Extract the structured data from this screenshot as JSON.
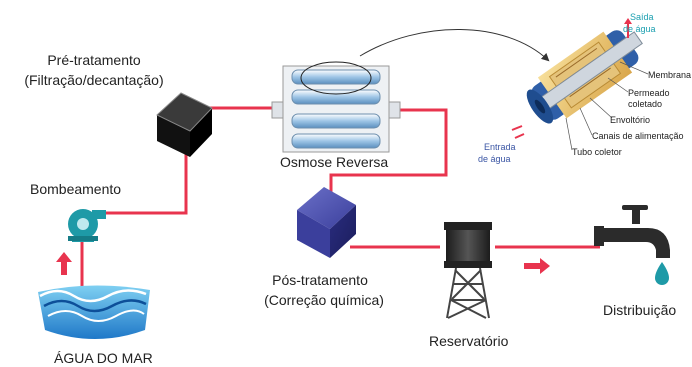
{
  "labels": {
    "pre_treatment_title": "Pré-tratamento",
    "pre_treatment_sub": "(Filtração/decantação)",
    "pumping": "Bombeamento",
    "sea_water": "ÁGUA DO MAR",
    "reverse_osmosis": "Osmose Reversa",
    "post_treatment_title": "Pós-tratamento",
    "post_treatment_sub": "(Correção química)",
    "reservoir": "Reservatório",
    "distribution": "Distribuição"
  },
  "membrane_detail": {
    "water_out_line1": "Saída",
    "water_out_line2": "de água",
    "membrane": "Membrana",
    "permeate_line1": "Permeado",
    "permeate_line2": "coletado",
    "casing": "Envoltório",
    "feed_channels": "Canais de alimentação",
    "collector_tube": "Tubo coletor",
    "water_in_line1": "Entrada",
    "water_in_line2": "de água"
  },
  "colors": {
    "pipe": "#e8344e",
    "arrow": "#e8344e",
    "pump": "#1e9aa7",
    "water": "#2aa0e0",
    "post_cube": "#3b3f9c",
    "pre_cube": "#1a1a1a",
    "faucet": "#2b2b2b",
    "water_out_text": "#1a9fb0",
    "water_in_text": "#3a55a4"
  }
}
